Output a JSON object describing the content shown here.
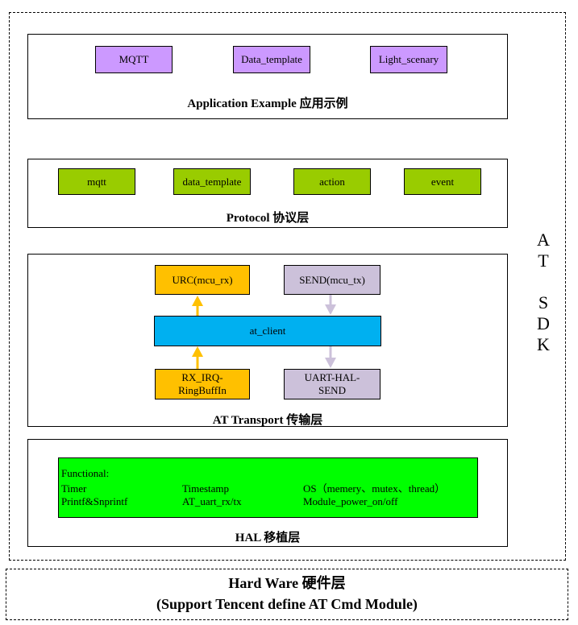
{
  "sdk_label": [
    "A",
    "T",
    "",
    "S",
    "D",
    "K"
  ],
  "application": {
    "title": "Application Example 应用示例",
    "boxes": [
      "MQTT",
      "Data_template",
      "Light_scenary"
    ]
  },
  "protocol": {
    "title": "Protocol 协议层",
    "boxes": [
      "mqtt",
      "data_template",
      "action",
      "event"
    ]
  },
  "transport": {
    "title": "AT Transport 传输层",
    "urc": "URC(mcu_rx)",
    "send": "SEND(mcu_tx)",
    "client": "at_client",
    "rx_irq": [
      "RX_IRQ-",
      "RingBuffIn"
    ],
    "uart": [
      "UART-HAL-",
      "SEND"
    ],
    "colors": {
      "rx_arrow": "#ffc000",
      "tx_arrow": "#ccc1da"
    }
  },
  "hal": {
    "title": "HAL 移植层",
    "heading": "Functional:",
    "col1": [
      "Timer",
      "Printf&Snprintf"
    ],
    "col2": [
      "Timestamp",
      "AT_uart_rx/tx"
    ],
    "col3": [
      "OS（memery、mutex、thread）",
      "Module_power_on/off"
    ]
  },
  "hardware": {
    "line1": "Hard Ware 硬件层",
    "line2": "(Support Tencent define AT Cmd Module)"
  }
}
